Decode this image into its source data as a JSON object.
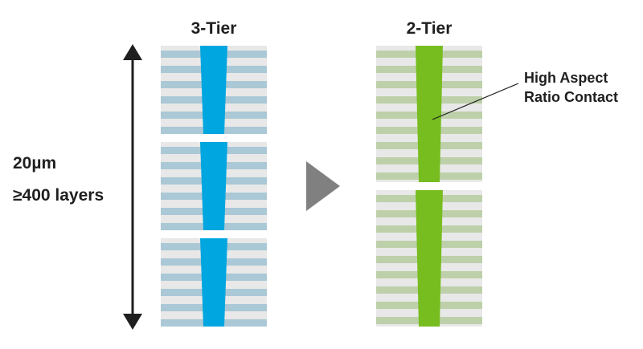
{
  "diagram": {
    "left_title": "3-Tier",
    "right_title": "2-Tier",
    "height_label": "20µm",
    "layers_label": "≥400 layers",
    "callout": {
      "line1": "High Aspect",
      "line2": "Ratio Contact"
    },
    "left_stack": {
      "tier_count": 3,
      "contact_color": "#00a6df",
      "stripe_color": "#aac8d5",
      "gap_color": "#e8e8e8"
    },
    "right_stack": {
      "tier_count": 2,
      "contact_color": "#77bd1f",
      "stripe_color": "#bed0aa",
      "gap_color": "#e8e8e8"
    },
    "arrow_color": "#808080",
    "dimension_arrow_color": "#1f1f1f"
  }
}
